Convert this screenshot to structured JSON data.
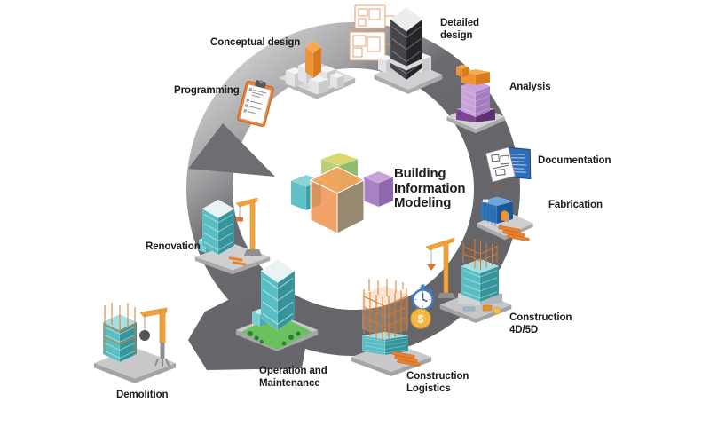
{
  "title": {
    "label": "Building Information Modeling",
    "lines": [
      "Building",
      "Information",
      "Modeling"
    ]
  },
  "stages": [
    {
      "id": "programming",
      "label": "Programming",
      "icon": "clipboard-icon"
    },
    {
      "id": "conceptual-design",
      "label": "Conceptual design",
      "icon": "concept-city-icon"
    },
    {
      "id": "detailed-design",
      "label": "Detailed design",
      "lines": [
        "Detailed",
        "design"
      ],
      "icon": "skyscraper-floorplan-icon"
    },
    {
      "id": "analysis",
      "label": "Analysis",
      "icon": "analysis-building-icon"
    },
    {
      "id": "documentation",
      "label": "Documentation",
      "icon": "blueprint-sheets-icon"
    },
    {
      "id": "fabrication",
      "label": "Fabrication",
      "icon": "factory-container-icon"
    },
    {
      "id": "construction-4d-5d",
      "label": "Construction 4D/5D",
      "lines": [
        "Construction",
        "4D/5D"
      ],
      "icon": "construction-crane-icon"
    },
    {
      "id": "construction-logistics",
      "label": "Construction Logistics",
      "lines": [
        "Construction",
        "Logistics"
      ],
      "icon": "scaffold-frame-icon"
    },
    {
      "id": "operation-maintenance",
      "label": "Operation and Maintenance",
      "lines": [
        "Operation and",
        "Maintenance"
      ],
      "icon": "green-campus-icon"
    },
    {
      "id": "renovation",
      "label": "Renovation",
      "icon": "renovation-crane-icon"
    },
    {
      "id": "demolition",
      "label": "Demolition",
      "icon": "wrecking-ball-building-icon"
    }
  ],
  "badges": {
    "dollar": "$"
  },
  "colors": {
    "text": "#1c1c1e",
    "ring-dark": "#6b6b6f",
    "ring-mid": "#a2a2a5",
    "ring-light": "#d9d9db",
    "arrow": "#6e6e72",
    "exit-arrow": "#67676b",
    "teal-t": "#a9dee0",
    "teal-l": "#58bec4",
    "teal-r": "#35949c",
    "orange-t": "#f6a94f",
    "orange-l": "#ef9238",
    "orange-r": "#d87a1f",
    "crane": "#f2a43c",
    "crane-dark": "#d9882a",
    "scaffold": "#d8792a",
    "plat-t": "#d2d2d4",
    "plat-s": "#a9a9ab",
    "white-t": "#f5f5f7",
    "white-l": "#e4e4e6",
    "white-r": "#cbcbce",
    "green-top": "#6cc15f",
    "green-side": "#4b9e45",
    "tree": "#2e7d3c",
    "blue-t": "#6aa6dc",
    "blue-l": "#2e74b8",
    "blue-r": "#1c5694",
    "purple-t": "#c7a3da",
    "purple-l": "#a77cc0",
    "purple-r": "#8e68ad",
    "dark-t": "#ededef",
    "dark-l": "#46464a",
    "dark-r": "#252528",
    "plan-line": "#e8a06c",
    "gold": "#f5bc47",
    "gold-dark": "#daa02c",
    "watch-blue": "#3f7fc4",
    "cube-teal": "#5fc0c5",
    "cube-green": "#b9cf7a",
    "cube-purple": "#a883c2",
    "cube-orange": "#f09350"
  }
}
